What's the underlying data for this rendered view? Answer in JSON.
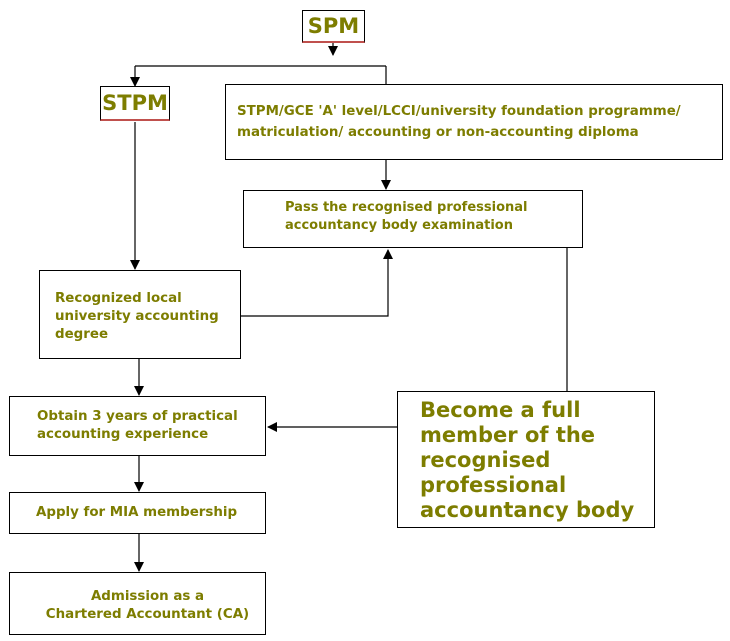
{
  "nodes": {
    "spm": "SPM",
    "stpm": "STPM",
    "alternatives": "STPM/GCE 'A' level/LCCI/university foundation programme/\nmatriculation/ accounting or non-accounting diploma",
    "pass_exam": "Pass the recognised professional\naccountancy body examination",
    "local_degree": "Recognized local\nuniversity accounting\ndegree",
    "experience": "Obtain 3 years of practical\naccounting experience",
    "mia": "Apply for MIA membership",
    "ca": "Admission as a\nChartered Accountant (CA)",
    "full_member": "Become a full\nmember of the\nrecognised\nprofessional\naccountancy body"
  },
  "colors": {
    "text": "#7d7d00",
    "accent_underline": "#c0504d",
    "line": "#000000"
  }
}
